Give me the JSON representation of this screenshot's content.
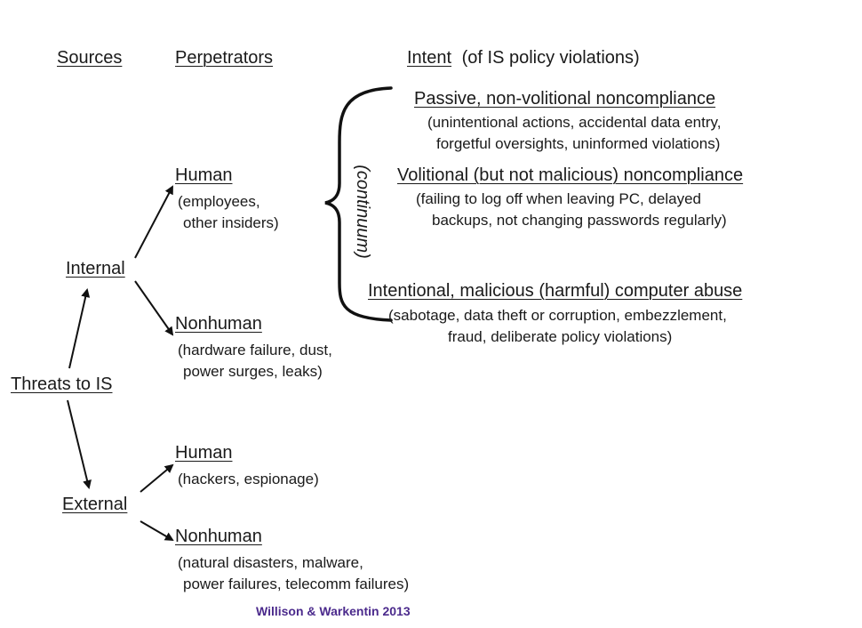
{
  "headers": {
    "sources": "Sources",
    "perpetrators": "Perpetrators",
    "intent": "Intent",
    "intent_note": "(of IS policy violations)"
  },
  "root": "Threats to IS",
  "sources": {
    "internal": "Internal",
    "external": "External"
  },
  "perpetrators": {
    "internal_human": {
      "label": "Human",
      "line1": "(employees,",
      "line2": "other insiders)"
    },
    "internal_nonhuman": {
      "label": "Nonhuman",
      "line1": "(hardware failure, dust,",
      "line2": "power surges, leaks)"
    },
    "external_human": {
      "label": "Human",
      "line1": "(hackers, espionage)"
    },
    "external_nonhuman": {
      "label": "Nonhuman",
      "line1": "(natural disasters, malware,",
      "line2": "power failures, telecomm failures)"
    }
  },
  "continuum_label": "(continuum)",
  "intents": [
    {
      "title": "Passive, non-volitional noncompliance",
      "line1": "(unintentional actions, accidental data entry,",
      "line2": "forgetful oversights, uninformed violations)"
    },
    {
      "title": "Volitional (but not malicious) noncompliance",
      "line1": "(failing to log off when leaving PC, delayed",
      "line2": "backups, not changing passwords regularly)"
    },
    {
      "title": "Intentional, malicious (harmful) computer abuse",
      "line1": "(sabotage, data theft or corruption, embezzlement,",
      "line2": "fraud, deliberate policy violations)"
    }
  ],
  "credit": "Willison & Warkentin 2013"
}
